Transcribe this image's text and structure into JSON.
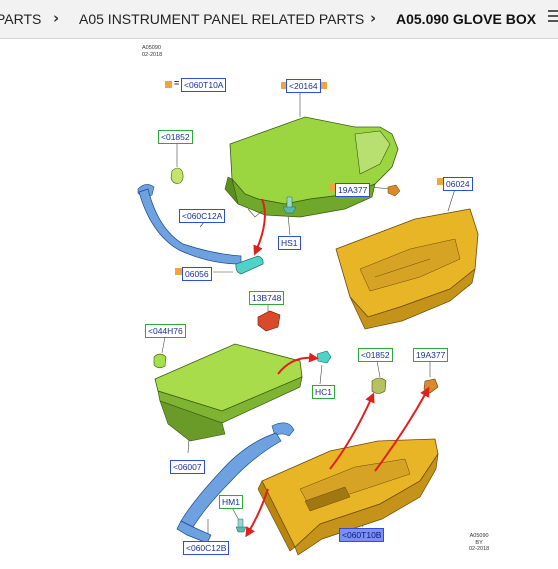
{
  "breadcrumb": {
    "items": [
      "PARTS",
      "A05 INSTRUMENT PANEL RELATED PARTS",
      "A05.090 GLOVE BOX"
    ]
  },
  "diagram": {
    "top_code": "A05090",
    "top_date": "02-2018",
    "legend_symbol": "=",
    "bottom_code": "A05090",
    "bottom_by": "BY",
    "bottom_date": "02-2018",
    "labels": {
      "l060T10A": "<060T10A",
      "l20164": "<20164",
      "l01852a": "<01852",
      "l19A377a": "19A377",
      "l06024": "06024",
      "l060C12Aa": "<060C12A",
      "lHS1": "HS1",
      "l06056": "06056",
      "l13B748": "13B748",
      "l044H76": "<044H76",
      "lHC1": "HC1",
      "l01852b": "<01852",
      "l19A377b": "19A377",
      "l06007": "<06007",
      "lHM1": "HM1",
      "l060C12B": "<060C12B",
      "l060T10B": "<060T10B"
    }
  },
  "colors": {
    "accent_orange": "#f2a43c",
    "label_blue": "#2b4fd8",
    "label_green": "#2fa83a",
    "part_green": "#9bd640",
    "part_yellow": "#e8b526",
    "duct_blue": "#6ea1e0",
    "arrow_red": "#e0201c"
  }
}
